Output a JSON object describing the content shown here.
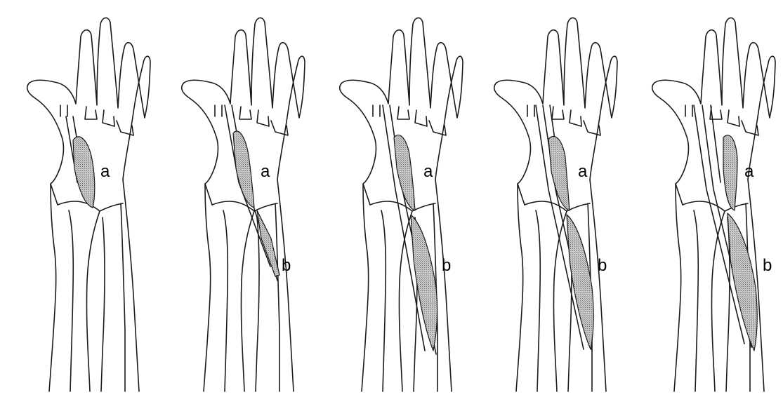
{
  "panels": [
    {
      "labels": [
        "a"
      ]
    },
    {
      "labels": [
        "a",
        "b"
      ]
    },
    {
      "labels": [
        "a",
        "b"
      ]
    },
    {
      "labels": [
        "a",
        "b"
      ]
    },
    {
      "labels": [
        "a",
        "b"
      ]
    }
  ],
  "colors": {
    "line": "#1a1a1a",
    "shading": "#9c9c9c",
    "background": "#ffffff"
  }
}
